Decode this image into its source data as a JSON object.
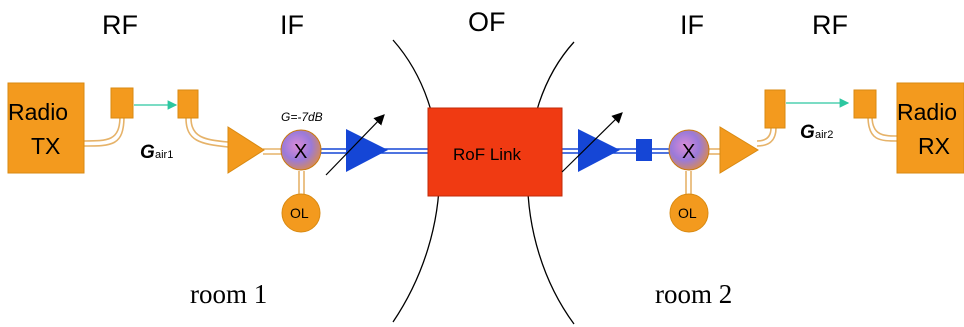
{
  "zones": {
    "rf_left": "RF",
    "if_left": "IF",
    "of": "OF",
    "if_right": "IF",
    "rf_right": "RF"
  },
  "rooms": {
    "room1": "room 1",
    "room2": "room 2"
  },
  "tx": {
    "line1": "Radio",
    "line2": "TX"
  },
  "rx": {
    "line1": "Radio",
    "line2": "RX"
  },
  "gain_air1": {
    "symbol": "G",
    "subscript": "air1"
  },
  "gain_air2": {
    "symbol": "G",
    "subscript": "air2"
  },
  "mixer_gain": "G=-7dB",
  "mixer_left": {
    "label": "X",
    "oscillator": "OL"
  },
  "mixer_right": {
    "label": "X",
    "oscillator": "OL"
  },
  "rof_link": "RoF Link",
  "colors": {
    "orange": "#f39a1e",
    "orange_dark": "#c97a10",
    "red": "#f03a12",
    "blue": "#1546d6",
    "arrow_green": "#2cc7a0",
    "coax": "#e6b36a"
  }
}
